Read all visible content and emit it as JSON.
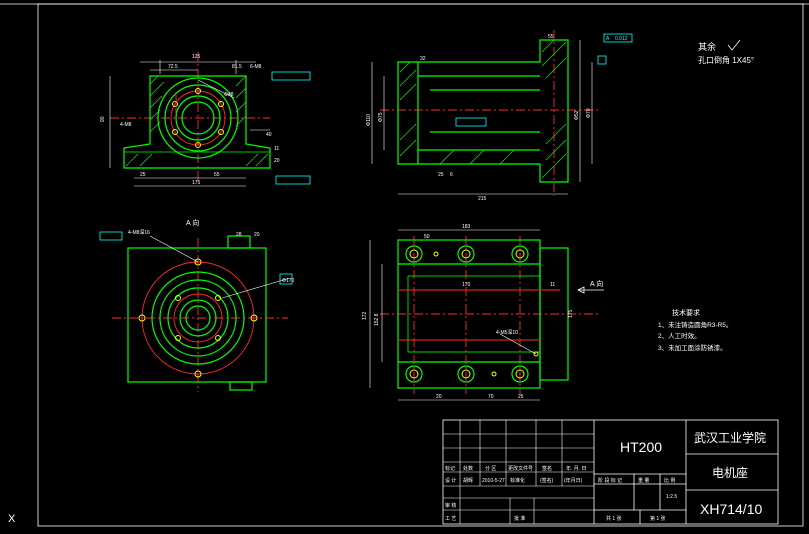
{
  "colors": {
    "background": "#000000",
    "frame": "#ffffff",
    "part_outline": "#00ff00",
    "center_line": "#ff2a2a",
    "bolt_holes": "#ffff00",
    "dimensions": "#ffffff",
    "annotations": "#00ffff"
  },
  "surface_note": {
    "remainder_label": "其余",
    "chamfer_note": "孔口倒角 1X45°"
  },
  "view_labels": {
    "view_a": "A 向",
    "arrow_a": "A 向"
  },
  "technical_requirements": {
    "title": "技术要求",
    "items": [
      "1、未注铸造圆角R3-R5。",
      "2、人工时效。",
      "3、未加工面涂防锈漆。"
    ]
  },
  "front_view": {
    "dims": [
      "125",
      "72.5",
      "81.5",
      "90",
      "25",
      "55",
      "11",
      "20",
      "175",
      "40"
    ],
    "notes": [
      "6-M8",
      "4-M8",
      "Φ48"
    ]
  },
  "section_view": {
    "dims": [
      "55",
      "32",
      "25",
      "Φ110",
      "Φ75",
      "Φ52",
      "Φ70",
      "6",
      "215"
    ],
    "tolerances": [
      "0.012",
      "A"
    ]
  },
  "view_a_dims": [
    "4-M8深16",
    "28",
    "20",
    "Φ170"
  ],
  "top_view": {
    "dims": [
      "183",
      "50",
      "170",
      "152.8",
      "172",
      "11",
      "70",
      "20",
      "25",
      "175"
    ],
    "notes": [
      "4-M5深10"
    ]
  },
  "title_block": {
    "material": "HT200",
    "school": "武汉工业学院",
    "part_name": "电机座",
    "drawing_no": "XH714/10",
    "scale": "1:2.5",
    "sheet": "共 1 张",
    "sheet_no": "第 1 张",
    "row_labels": [
      "标记",
      "处数",
      "分 区",
      "更改文件号",
      "签名",
      "年. 月. 日"
    ],
    "design_labels": [
      "设 计",
      "胡辉",
      "2010-5-27",
      "标准化",
      "(签名)",
      "(年月日)"
    ],
    "review_label": "审 核",
    "process_label": "工 艺",
    "approve_label": "批 准",
    "stage_labels": [
      "阶 段 标 记",
      "重 量",
      "比 例"
    ]
  },
  "corner_mark": "X"
}
